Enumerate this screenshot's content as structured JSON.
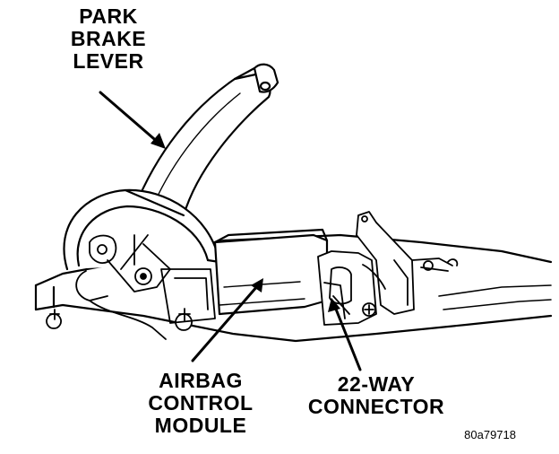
{
  "labels": {
    "park_brake_lever": [
      "PARK",
      "BRAKE",
      "LEVER"
    ],
    "airbag_control_module": [
      "AIRBAG",
      "CONTROL",
      "MODULE"
    ],
    "connector": [
      "22-WAY",
      "CONNECTOR"
    ]
  },
  "figure_code": "80a79718",
  "colors": {
    "ink": "#000000",
    "paper": "#ffffff"
  }
}
